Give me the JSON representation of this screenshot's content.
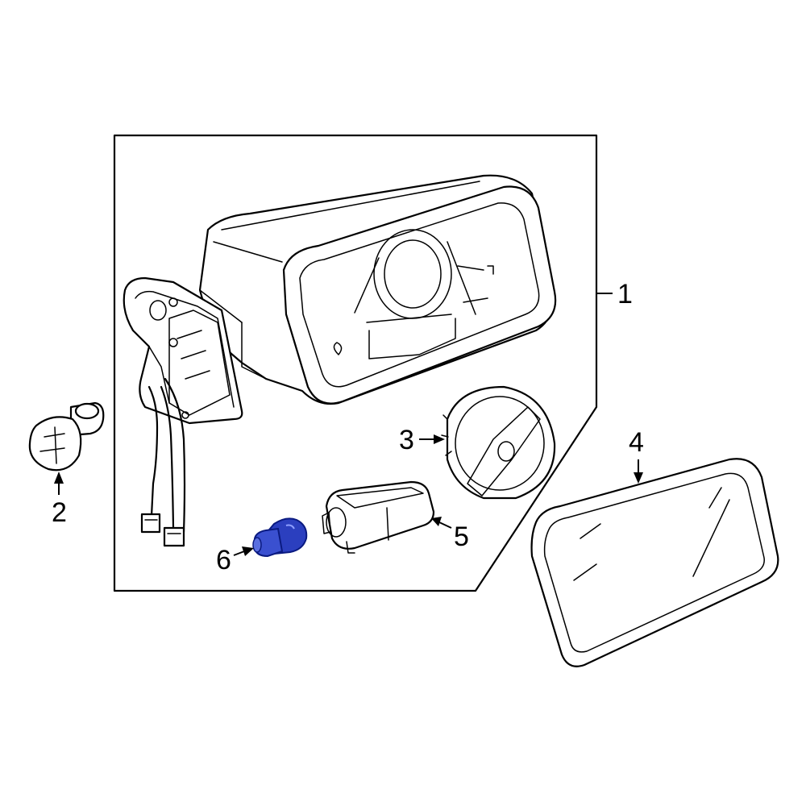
{
  "callouts": {
    "part1": "1",
    "part2": "2",
    "part3": "3",
    "part4": "4",
    "part5": "5",
    "part6": "6"
  },
  "colors": {
    "highlight": "#2b3fbf",
    "highlight_light": "#5a6fe0",
    "line": "#000000",
    "background": "#ffffff"
  },
  "highlighted_part": "6"
}
